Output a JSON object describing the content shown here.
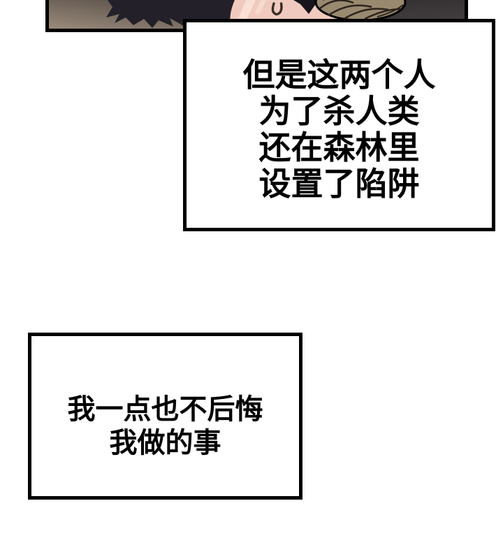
{
  "colors": {
    "page-bg": "#ffffff",
    "outline": "#000000",
    "bubble-bg": "#ffffff",
    "text-color": "#000000",
    "panel-bg-left-light": "#9a8a7b",
    "panel-bg-left-dark": "#443d38",
    "panel-bg-right": "#423d3e",
    "panel-bg-right-dark": "#322e2f",
    "silhouette": "#23202a",
    "skin": "#f0cabe",
    "skin-highlight": "#fce4da",
    "skin-shadow": "#3a2c29",
    "hair-dark": "#17141b",
    "braid": "#99896f",
    "braid-line": "#2c241d"
  },
  "speech_bubbles": [
    {
      "lines": [
        "但是这两个人",
        "为了杀人类",
        "还在森林里",
        "设置了陷阱"
      ]
    },
    {
      "lines": [
        "我一点也不后悔",
        "我做的事"
      ]
    }
  ]
}
